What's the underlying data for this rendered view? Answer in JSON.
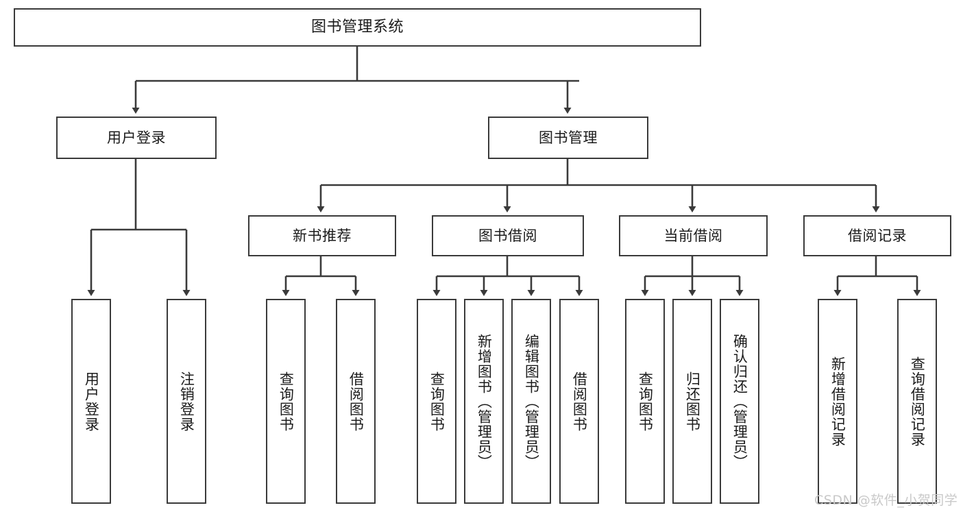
{
  "diagram": {
    "title_node": {
      "label": "图书管理系统"
    },
    "level2": [
      {
        "id": "user-login",
        "label": "用户登录"
      },
      {
        "id": "book-management",
        "label": "图书管理"
      }
    ],
    "level3": [
      {
        "id": "new-book-recommend",
        "label": "新书推荐"
      },
      {
        "id": "book-borrow",
        "label": "图书借阅"
      },
      {
        "id": "current-borrow",
        "label": "当前借阅"
      },
      {
        "id": "borrow-record",
        "label": "借阅记录"
      }
    ],
    "leaves": {
      "user_login": [
        {
          "id": "leaf-user-login",
          "label": "用户登录"
        },
        {
          "id": "leaf-logout-login",
          "label": "注销登录"
        }
      ],
      "new_book_recommend": [
        {
          "id": "leaf-query-book-1",
          "label": "查询图书"
        },
        {
          "id": "leaf-borrow-book-1",
          "label": "借阅图书"
        }
      ],
      "book_borrow": [
        {
          "id": "leaf-query-book-2",
          "label": "查询图书"
        },
        {
          "id": "leaf-add-book",
          "label": "新增图书（管理员）"
        },
        {
          "id": "leaf-edit-book",
          "label": "编辑图书（管理员）"
        },
        {
          "id": "leaf-borrow-book-2",
          "label": "借阅图书"
        }
      ],
      "current_borrow": [
        {
          "id": "leaf-query-book-3",
          "label": "查询图书"
        },
        {
          "id": "leaf-return-book",
          "label": "归还图书"
        },
        {
          "id": "leaf-confirm-return",
          "label": "确认归还（管理员）"
        }
      ],
      "borrow_record": [
        {
          "id": "leaf-add-record",
          "label": "新增借阅记录"
        },
        {
          "id": "leaf-query-record",
          "label": "查询借阅记录"
        }
      ]
    }
  },
  "watermark": {
    "text": "CSDN @软件_小贺同学"
  },
  "colors": {
    "stroke": "#3a3a3a",
    "background": "#ffffff",
    "text": "#1b1b1b",
    "watermark": "#c9c9c9"
  }
}
